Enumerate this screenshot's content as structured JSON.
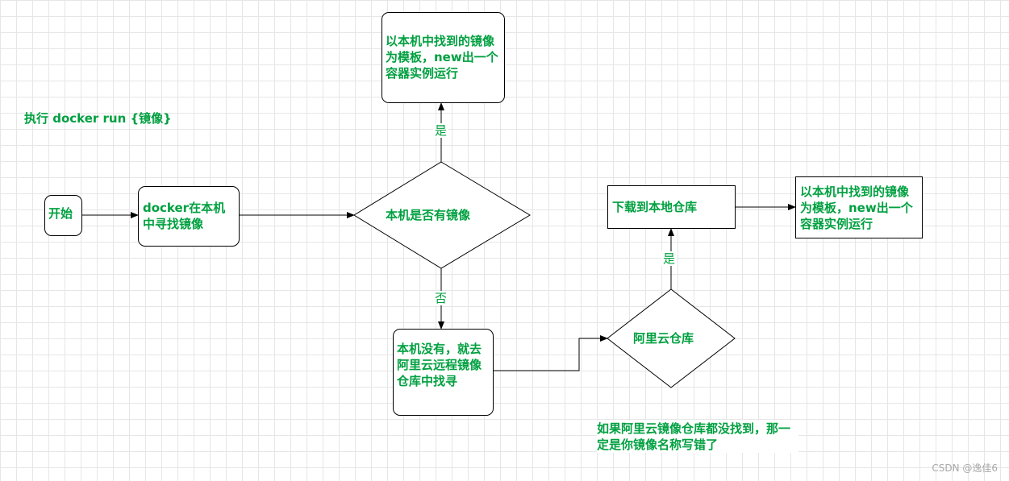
{
  "caption": "执行 docker run {镜像}",
  "nodes": {
    "start": "开始",
    "local_search": "docker在本机中寻找镜像",
    "has_image": "本机是否有镜像",
    "found_new_container_top": "以本机中找到的镜像为模板，new出一个容器实例运行",
    "no_image_remote": "本机没有，就去阿里云远程镜像仓库中找寻",
    "aliyun_repo": "阿里云仓库",
    "download_local": "下载到本地仓库",
    "found_new_container_right": "以本机中找到的镜像为模板，new出一个容器实例运行"
  },
  "edges": {
    "yes_top": "是",
    "no_down": "否",
    "yes_up": "是"
  },
  "note": "如果阿里云镜像仓库都没找到，那一定是你镜像名称写错了",
  "watermark": "CSDN @逸佳6",
  "colors": {
    "text_green": "#00a040",
    "line": "#000000"
  }
}
